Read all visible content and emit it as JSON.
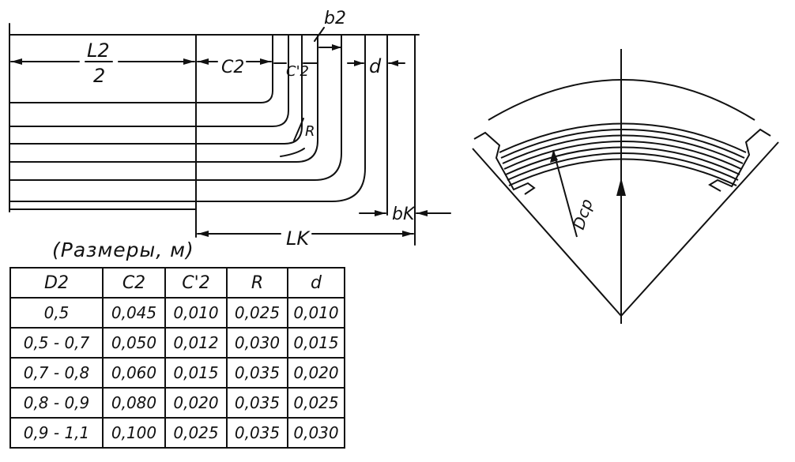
{
  "labels": {
    "l2_top": "L2",
    "l2_bottom": "2",
    "c2": "C2",
    "c2_prime": "C'2",
    "b2": "b2",
    "d": "d",
    "r": "R",
    "bk": "bK",
    "lk": "LK",
    "dsr": "Dср"
  },
  "table": {
    "caption": "(Размеры, м)",
    "headers": [
      "D2",
      "C2",
      "C'2",
      "R",
      "d"
    ],
    "rows": [
      [
        "0,5",
        "0,045",
        "0,010",
        "0,025",
        "0,010"
      ],
      [
        "0,5 - 0,7",
        "0,050",
        "0,012",
        "0,030",
        "0,015"
      ],
      [
        "0,7 - 0,8",
        "0,060",
        "0,015",
        "0,035",
        "0,020"
      ],
      [
        "0,8 - 0,9",
        "0,080",
        "0,020",
        "0,035",
        "0,025"
      ],
      [
        "0,9 - 1,1",
        "0,100",
        "0,025",
        "0,035",
        "0,030"
      ]
    ]
  }
}
